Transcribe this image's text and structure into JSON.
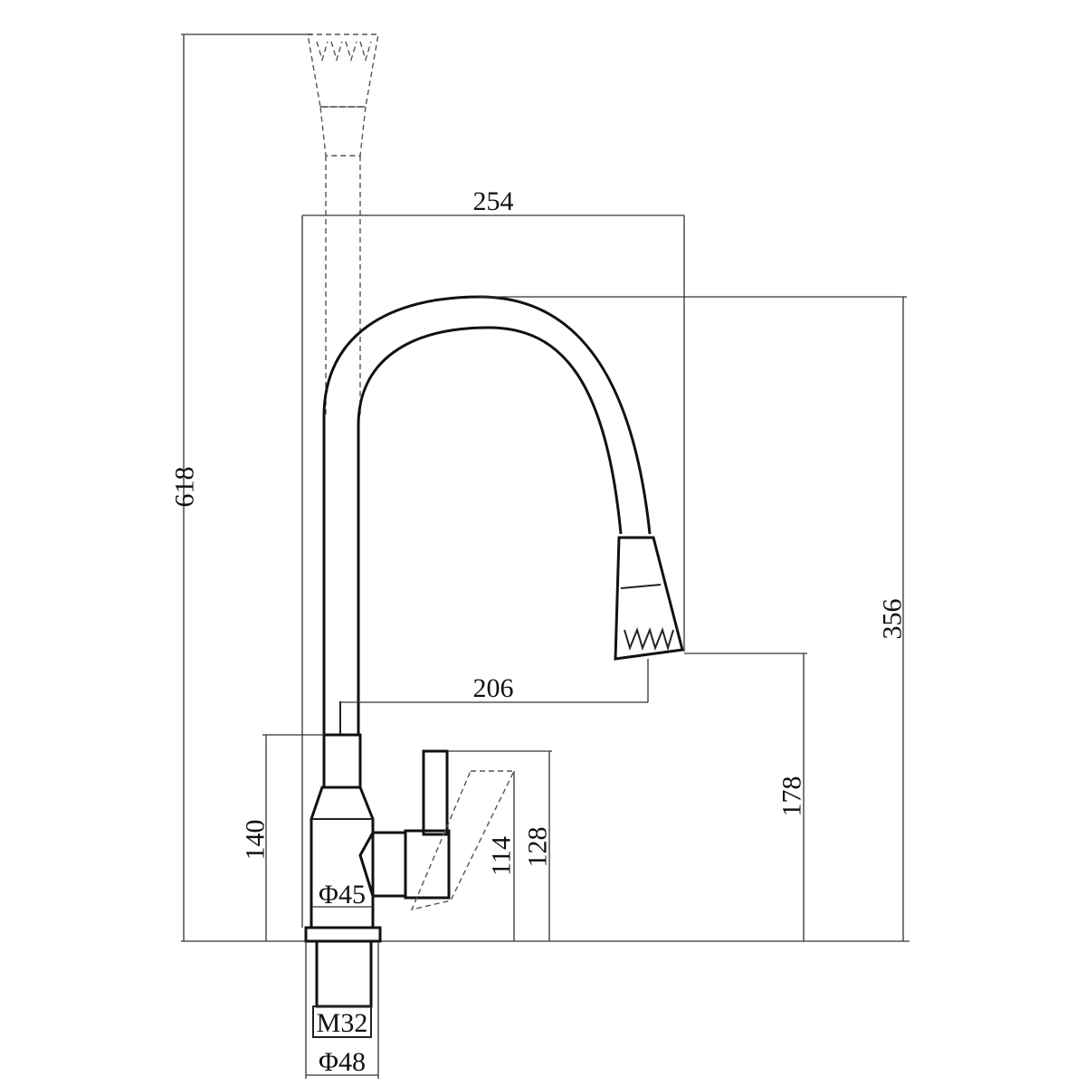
{
  "drawing": {
    "dimensions": {
      "total_height": "618",
      "spout_reach": "254",
      "spout_height": "356",
      "aerator_reach": "206",
      "aerator_height": "178",
      "body_height": "140",
      "lever_height_low": "114",
      "lever_height_high": "128",
      "body_diameter": "Φ45",
      "thread": "M32",
      "base_diameter": "Φ48"
    }
  }
}
